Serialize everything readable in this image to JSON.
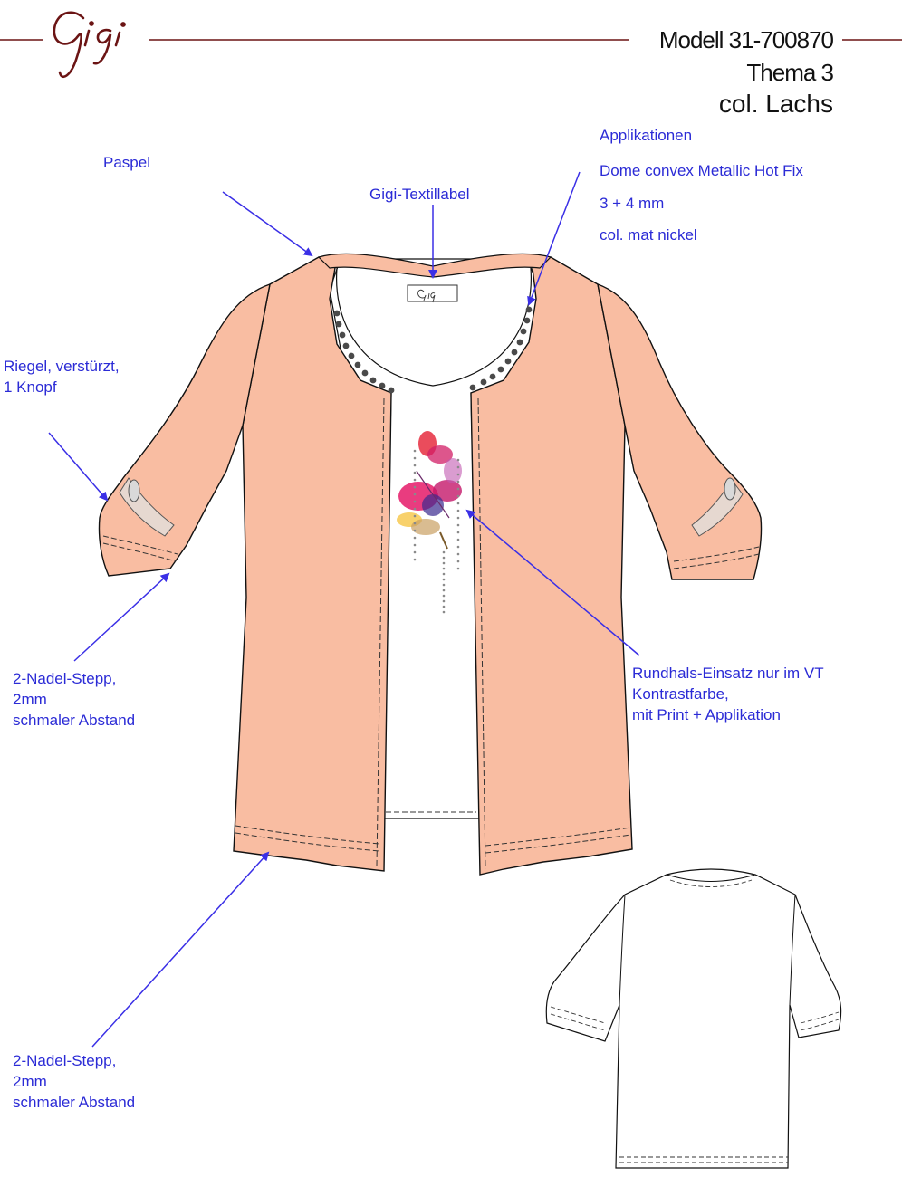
{
  "header": {
    "model": "Modell 31-700870",
    "theme": "Thema 3",
    "color": "col. Lachs"
  },
  "labels": {
    "paspel": "Paspel",
    "textillabel": "Gigi-Textillabel",
    "applikationen": "Applikationen",
    "dome_convex": "Dome convex",
    "metallic": " Metallic Hot Fix",
    "size": "3 + 4 mm",
    "col_mat": "col. mat nickel",
    "riegel_1": "Riegel, verstürzt,",
    "riegel_2": "1 Knopf",
    "stepp_sleeve_1": "2-Nadel-Stepp,",
    "stepp_sleeve_2": "2mm",
    "stepp_sleeve_3": "schmaler Abstand",
    "rundhals_1": "Rundhals-Einsatz nur im VT",
    "rundhals_2": "Kontrastfarbe,",
    "rundhals_3": "mit Print + Applikation",
    "stepp_hem_1": "2-Nadel-Stepp,",
    "stepp_hem_2": "2mm",
    "stepp_hem_3": "schmaler Abstand"
  },
  "colors": {
    "garment": "#f9bda2",
    "garment_dark": "#e9a88c",
    "insert": "#ffffff",
    "annotation": "#2b2bd6",
    "arrow": "#3a2fe6",
    "brand": "#6b1414",
    "rule": "#6b1414",
    "rivet": "#4a4a4a"
  },
  "icons": {
    "brand_logo": "gigi-signature-logo",
    "print": "watercolor-flower-print"
  }
}
